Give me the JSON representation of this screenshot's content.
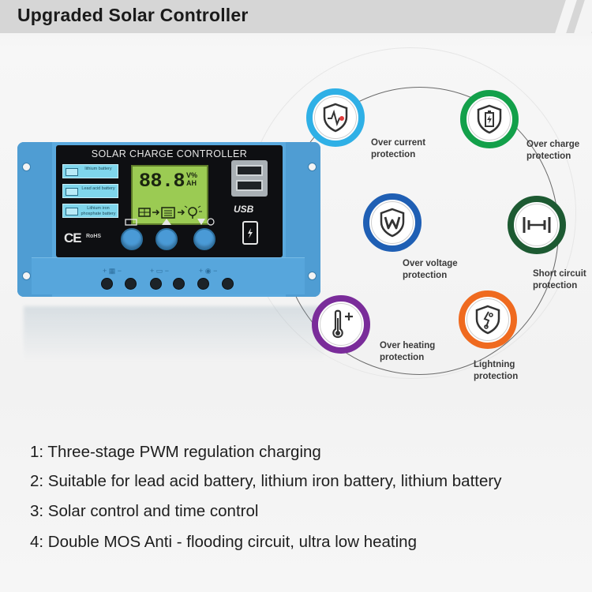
{
  "header": {
    "title": "Upgraded Solar Controller"
  },
  "controller": {
    "panel_title": "SOLAR CHARGE CONTROLLER",
    "battery_types": [
      "lithium battery",
      "Lead acid battery",
      "Lithium iron phosphate battery"
    ],
    "lcd_digits": "88.8",
    "lcd_units": [
      "V%",
      "AH"
    ],
    "usb_label": "USB",
    "ce_mark": "CE",
    "rohs_mark": "RoHS"
  },
  "protections": [
    {
      "line1": "Over current",
      "line2": "protection",
      "color": "#2fb0e6",
      "icon": "shield-pulse-icon"
    },
    {
      "line1": "Over charge",
      "line2": "protection",
      "color": "#13a04a",
      "icon": "shield-battery-icon"
    },
    {
      "line1": "Over voltage",
      "line2": "protection",
      "color": "#1f5fb4",
      "icon": "shield-w-icon"
    },
    {
      "line1": "Short circuit",
      "line2": "protection",
      "color": "#1d5a32",
      "icon": "short-circuit-icon"
    },
    {
      "line1": "Over heating",
      "line2": "protection",
      "color": "#7a2c9a",
      "icon": "thermometer-icon"
    },
    {
      "line1": "Lightning",
      "line2": "protection",
      "color": "#ef6a1f",
      "icon": "shield-lightning-icon"
    }
  ],
  "features": [
    "1:  Three-stage PWM regulation charging",
    "2:  Suitable for lead acid battery, lithium iron battery, lithium battery",
    "3:  Solar control and time control",
    "4:  Double MOS Anti - flooding circuit, ultra low heating"
  ]
}
